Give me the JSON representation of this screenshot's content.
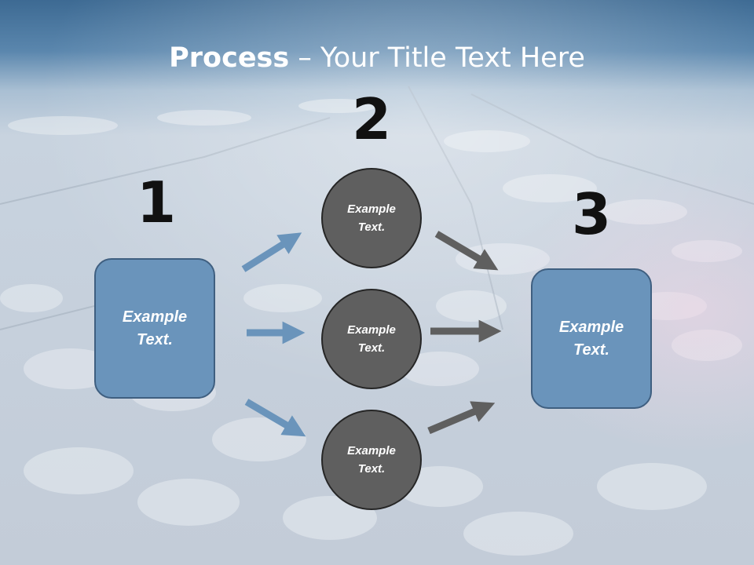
{
  "title": {
    "bold": "Process",
    "rest": " – Your Title Text Here"
  },
  "steps": [
    {
      "number": "1",
      "label": "Example Text."
    },
    {
      "number": "2",
      "labels": [
        "Example Text.",
        "Example Text.",
        "Example Text."
      ]
    },
    {
      "number": "3",
      "label": "Example Text."
    }
  ],
  "colors": {
    "box_fill": "#6a94bb",
    "box_border": "#3f5f80",
    "circle_fill": "#5f5f5f",
    "circle_border": "#262626",
    "arrow_blue": "#6a94bb",
    "arrow_gray": "#5f5f5f",
    "header_band": "#3f6e98"
  }
}
